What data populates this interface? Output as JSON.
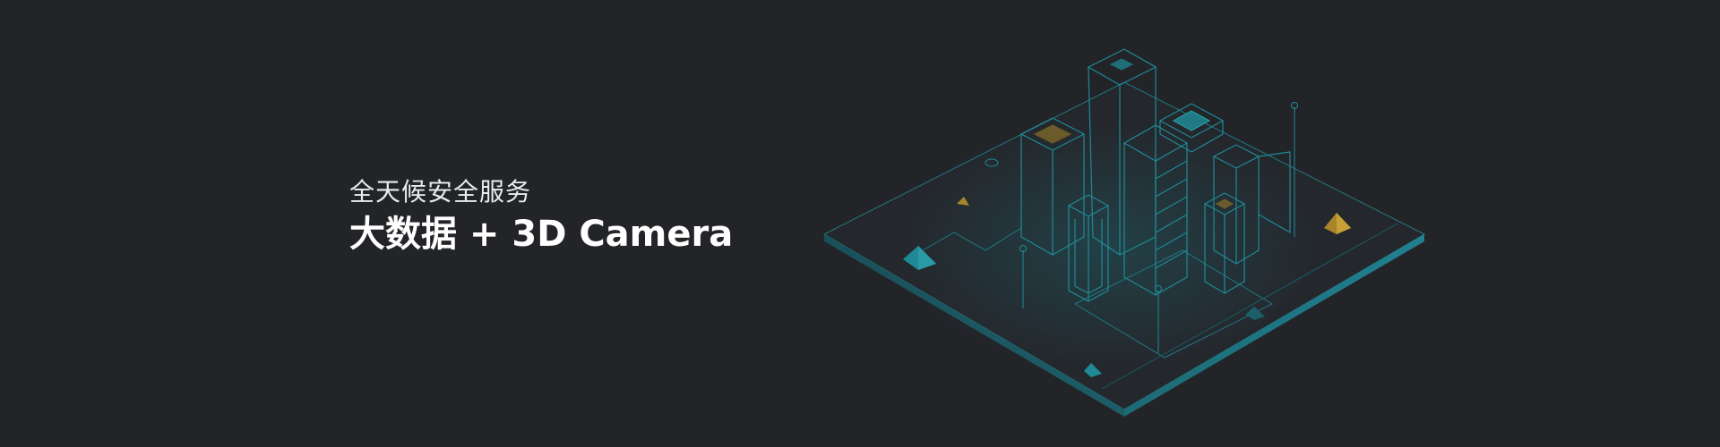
{
  "hero": {
    "subtitle": "全天候安全服务",
    "headline": "大数据 + 3D Camera"
  },
  "colors": {
    "background": "#222428",
    "line_teal": "#1f7a85",
    "platform_edge": "#1c5560",
    "accent_teal": "#2a9aa6",
    "accent_gold": "#c8a033",
    "text_white": "#ffffff"
  },
  "illustration": {
    "subject": "isometric-city-platform",
    "icons": [
      "building-wireframe",
      "pyramid-marker",
      "antenna-pole"
    ]
  }
}
